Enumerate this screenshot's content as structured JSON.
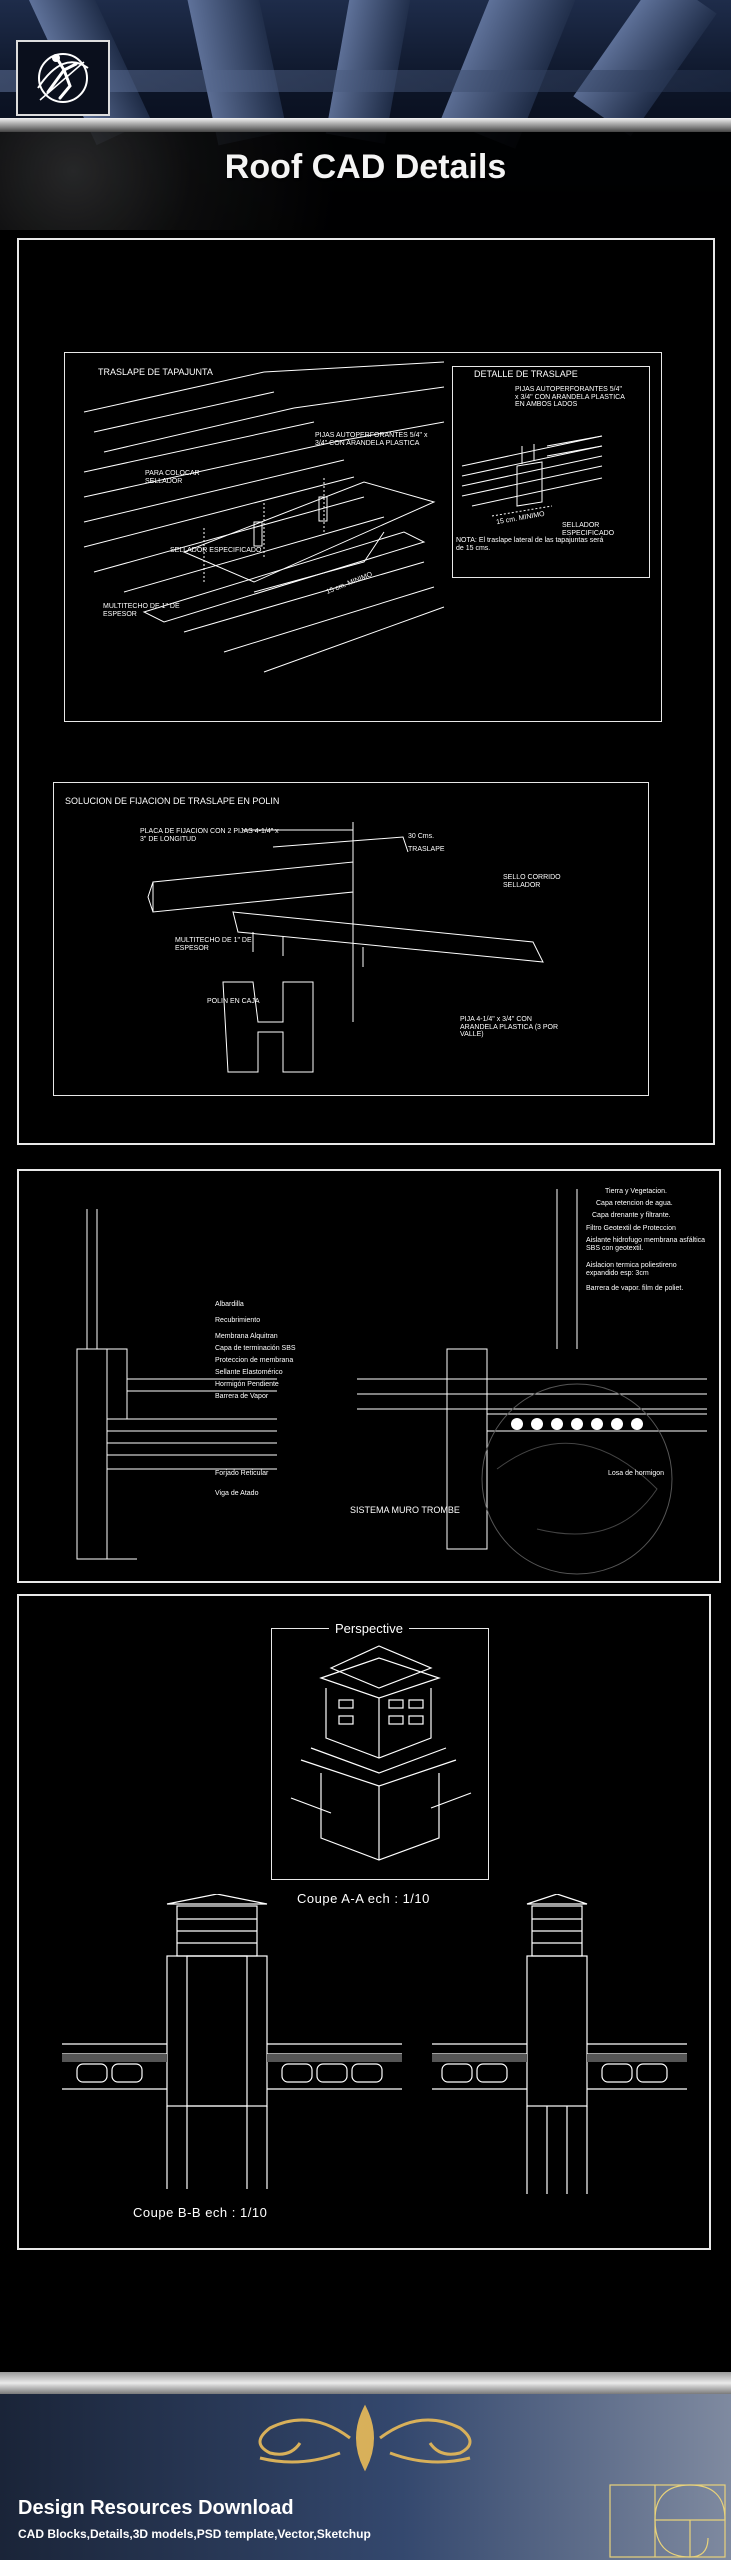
{
  "header": {
    "title": "Roof CAD Details"
  },
  "panel1": {
    "detail_a": {
      "title": "TRASLAPE DE TAPAJUNTA",
      "labels": [
        "PIJAS AUTOPERFORANTES 5/4\" x 3/4\" CON ARANDELA PLASTICA",
        "PARA COLOCAR SELLADOR",
        "SELLADOR ESPECIFICADO",
        "MULTITECHO DE 1\" DE ESPESOR",
        "15 cm. MINIMO"
      ]
    },
    "detail_b": {
      "title": "DETALLE DE TRASLAPE",
      "labels": [
        "PIJAS AUTOPERFORANTES 5/4\" x 3/4\" CON ARANDELA PLASTICA EN AMBOS LADOS",
        "15 cm. MINIMO",
        "SELLADOR ESPECIFICADO"
      ],
      "note": "NOTA: El traslape lateral de las tapajuntas será de 15 cms."
    },
    "detail_c": {
      "title": "SOLUCION DE FIJACION DE TRASLAPE EN POLIN",
      "labels": [
        "PLACA DE FIJACION CON 2 PIJAS 4-1/4\" x 3\" DE LONGITUD",
        "30 Cms.",
        "TRASLAPE",
        "SELLO CORRIDO SELLADOR",
        "MULTITECHO DE 1\" DE ESPESOR",
        "POLIN EN CAJA",
        "PIJA 4-1/4\" x 3/4\" CON ARANDELA PLASTICA (3 POR VALLE)"
      ]
    }
  },
  "panel2": {
    "left_labels": [
      "Albardilla",
      "Recubrimiento",
      "Membrana Alquitran",
      "Capa de terminación SBS",
      "Proteccion de membrana",
      "Sellante Elastomérico",
      "Hormigón Pendiente",
      "Barrera de Vapor",
      "Forjado Reticular",
      "Viga de Atado"
    ],
    "right_labels": [
      "Tierra y Vegetacion.",
      "Capa retencion de agua.",
      "Capa drenante y filtrante.",
      "Filtro Geotextil de Proteccion",
      "Aislante hidrofugo membrana asfáltica SBS con geotextil.",
      "Aislacion termica poliestireno expandido esp: 3cm",
      "Barrera de vapor. film de poliet.",
      "Losa de hormigon"
    ],
    "section_title": "SISTEMA MURO TROMBE"
  },
  "panel3": {
    "perspective_title": "Perspective",
    "caption_aa": "Coupe A-A   ech : 1/10",
    "caption_bb": "Coupe B-B   ech : 1/10"
  },
  "footer": {
    "title": "Design Resources Download",
    "subtitle": "CAD Blocks,Details,3D models,PSD template,Vector,Sketchup"
  }
}
